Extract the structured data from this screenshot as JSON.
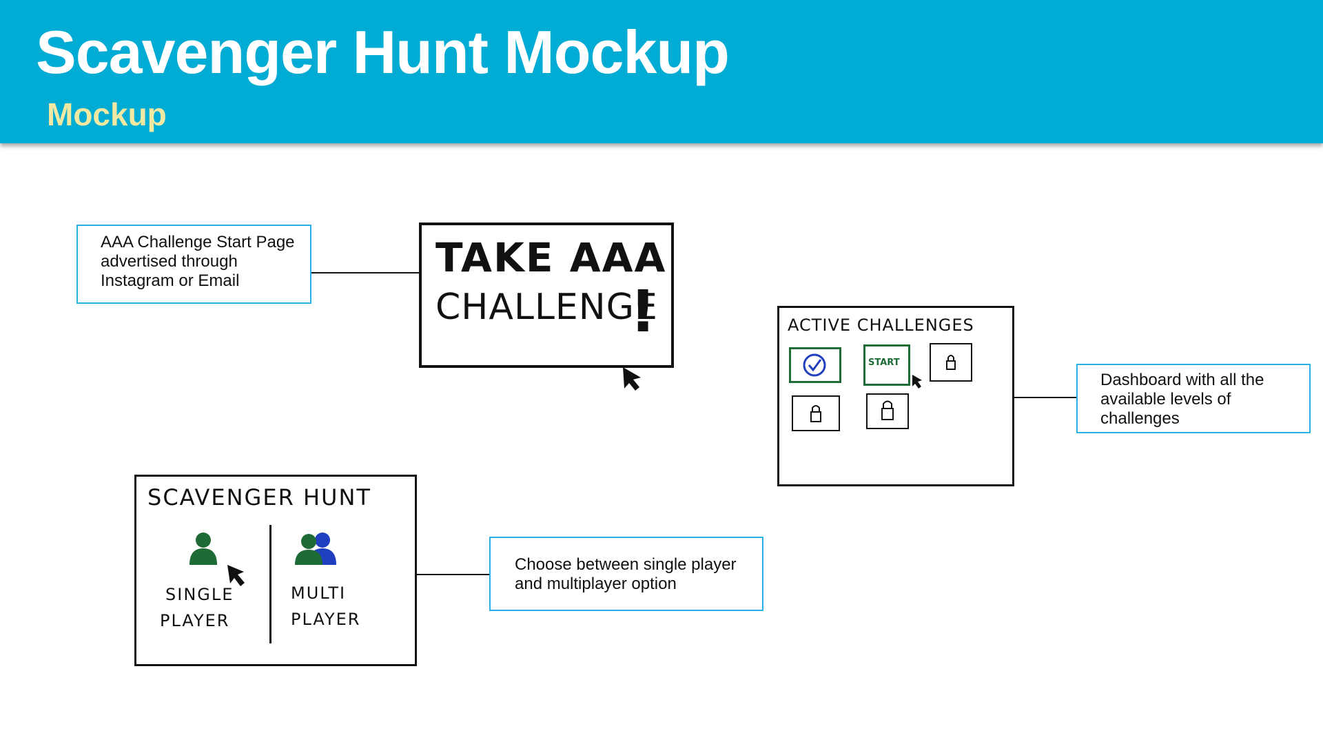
{
  "header": {
    "title": "Scavenger Hunt Mockup",
    "subtitle": "Mockup"
  },
  "start_page": {
    "callout": "AAA Challenge Start Page advertised through Instagram or Email",
    "sketch_line1": "TAKE AAA",
    "sketch_line2": "CHALLENGE",
    "exclaim": "!"
  },
  "dashboard": {
    "callout": "Dashboard with all the available levels of challenges",
    "sketch_title": "ACTIVE CHALLENGES",
    "start_label": "START",
    "tiles": [
      "completed",
      "start",
      "locked",
      "locked",
      "locked"
    ]
  },
  "player_select": {
    "callout": "Choose between single player and multiplayer option",
    "sketch_title": "SCAVENGER HUNT",
    "single_line1": "SINGLE",
    "single_line2": "PLAYER",
    "multi_line1": "MULTI",
    "multi_line2": "PLAYER"
  },
  "colors": {
    "header": "#00acd4",
    "subtitle": "#f1e8a2",
    "callout_border": "#27b1e6",
    "dot": "#27b1e6",
    "green": "#1f6b35",
    "blue": "#1f3fbf"
  }
}
